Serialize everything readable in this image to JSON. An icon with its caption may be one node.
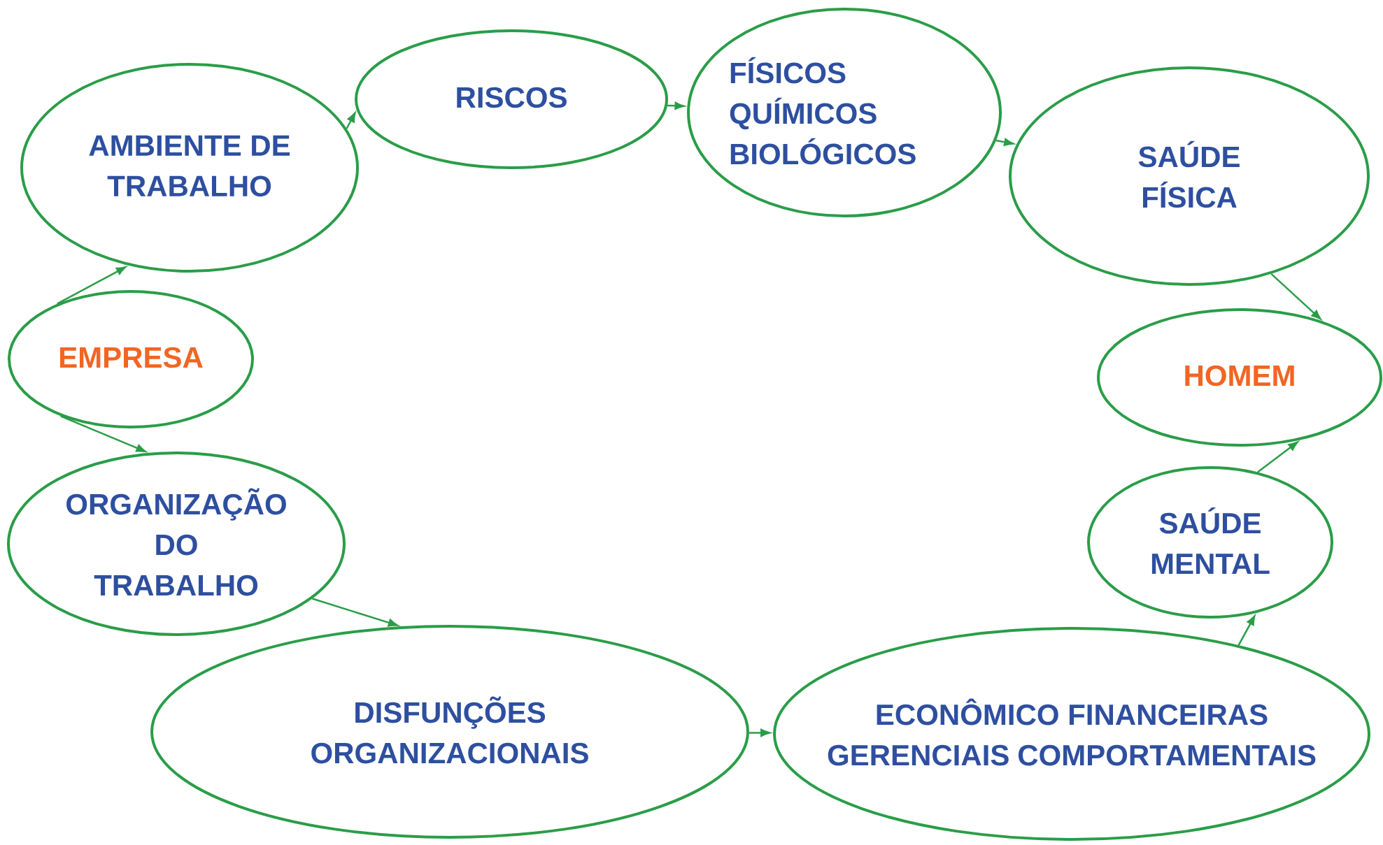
{
  "diagram": {
    "nodes": [
      {
        "text": [
          "AMBIENTE DE TRABALHO"
        ]
      },
      {
        "text": [
          "RISCOS"
        ]
      },
      {
        "text": [
          "FÍSICOS QUÍMICOS BIOLÓGICOS"
        ]
      },
      {
        "text": [
          "SAÚDE FÍSICA"
        ]
      },
      {
        "text": [
          "EMPRESA"
        ]
      },
      {
        "text": [
          "HOMEM"
        ]
      },
      {
        "text": [
          "ORGANIZAÇÃO DO TRABALHO"
        ]
      },
      {
        "text": [
          "SAÚDE MENTAL"
        ]
      },
      {
        "text": [
          "DISFUNÇÕES ORGANIZACIONAIS"
        ]
      },
      {
        "text": [
          "ECONÔMICO FINANCEIRAS GERENCIAIS COMPORTAMENTAIS"
        ]
      }
    ],
    "edges": [
      {
        "from": 4,
        "to": 0,
        "arrow": "to"
      },
      {
        "from": 0,
        "to": 1,
        "arrow": "to"
      },
      {
        "from": 1,
        "to": 2,
        "arrow": "to"
      },
      {
        "from": 2,
        "to": 3,
        "arrow": "to"
      },
      {
        "from": 3,
        "to": 5,
        "arrow": "to"
      },
      {
        "from": 4,
        "to": 6,
        "arrow": "to"
      },
      {
        "from": 6,
        "to": 8,
        "arrow": "to"
      },
      {
        "from": 8,
        "to": 9,
        "arrow": "to"
      },
      {
        "from": 9,
        "to": 7,
        "arrow": "to"
      },
      {
        "from": 7,
        "to": 5,
        "arrow": "to"
      }
    ]
  }
}
